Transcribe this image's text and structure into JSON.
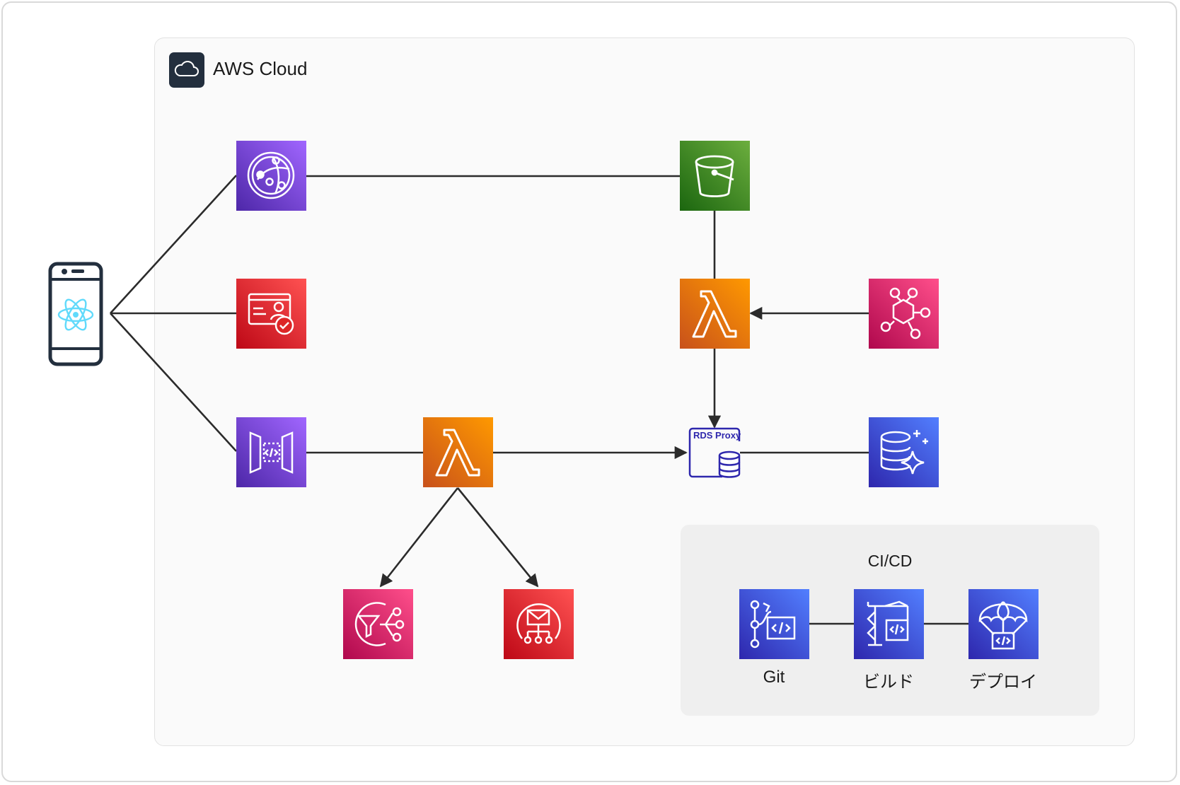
{
  "cloud_group": {
    "title": "AWS Cloud"
  },
  "cicd_group": {
    "title": "CI/CD",
    "steps": [
      {
        "label": "Git"
      },
      {
        "label": "ビルド"
      },
      {
        "label": "デプロイ"
      }
    ]
  },
  "rds_proxy": {
    "label": "RDS Proxy"
  },
  "colors": {
    "purple": "#7b3ff2",
    "red": "#dd2627",
    "orange": "#ee7a14",
    "green": "#3d8b22",
    "pink": "#e7157b",
    "blue": "#3b48cc",
    "navy": "#232f3e"
  }
}
